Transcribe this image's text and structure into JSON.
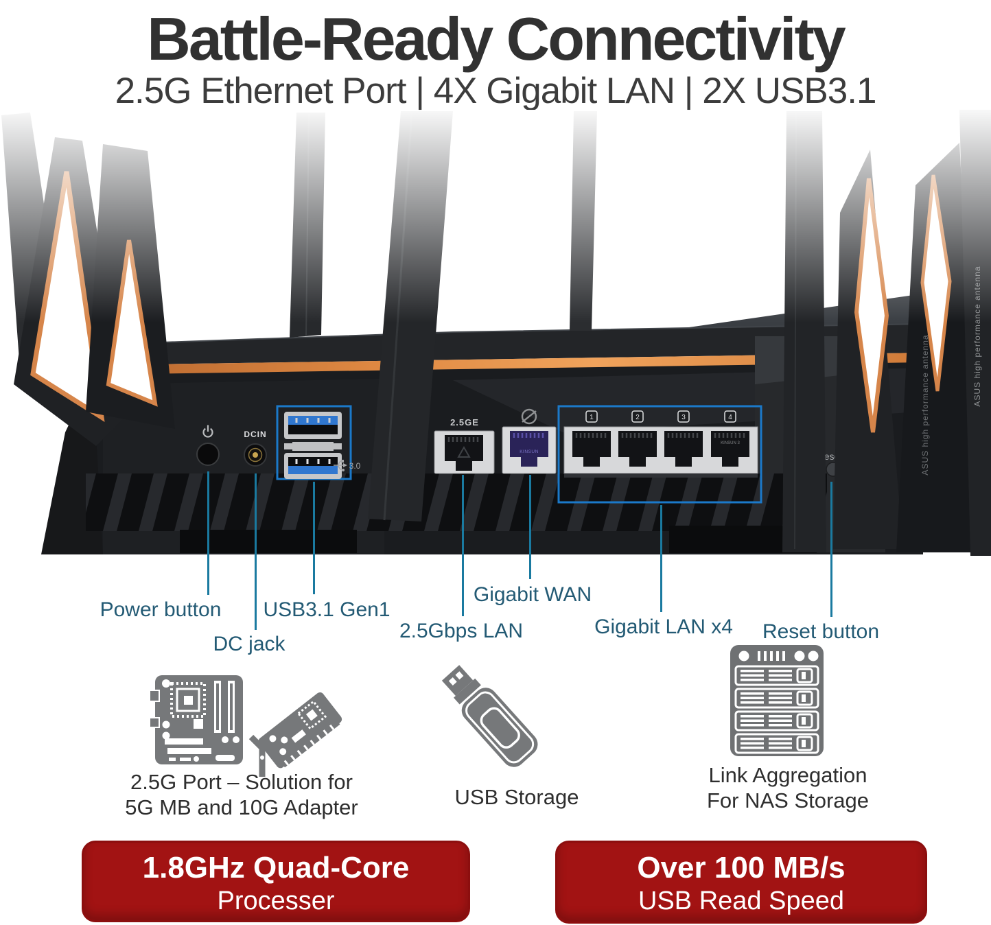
{
  "header": {
    "title": "Battle-Ready Connectivity",
    "subtitle": "2.5G Ethernet Port  |  4X Gigabit LAN  |  2X USB3.1"
  },
  "router": {
    "dcin_label": "DCIN",
    "usb_logo_label": "3.0",
    "port_25ge_label": "2.5GE",
    "lan_port_numbers": [
      "1",
      "2",
      "3",
      "4"
    ],
    "reset_label": "eset",
    "wan_jack_text": "KINSUN",
    "lan4_jack_text": "KINSUN  3",
    "antenna_side_text": "ASUS high performance antenna"
  },
  "callouts": [
    {
      "id": "power",
      "label": "Power button"
    },
    {
      "id": "dc",
      "label": "DC jack"
    },
    {
      "id": "usb",
      "label": "USB3.1 Gen1"
    },
    {
      "id": "lan25",
      "label": "2.5Gbps LAN"
    },
    {
      "id": "wan",
      "label": "Gigabit WAN"
    },
    {
      "id": "lan4",
      "label": "Gigabit LAN x4"
    },
    {
      "id": "reset",
      "label": "Reset button"
    }
  ],
  "features": [
    {
      "icon": "motherboard-and-adapter",
      "caption_line1": "2.5G Port – Solution for",
      "caption_line2": "5G MB and 10G Adapter"
    },
    {
      "icon": "usb-drive",
      "caption_line1": "USB Storage",
      "caption_line2": ""
    },
    {
      "icon": "nas-server",
      "caption_line1": "Link Aggregation",
      "caption_line2": "For NAS Storage"
    }
  ],
  "banners": [
    {
      "line1": "1.8GHz Quad-Core",
      "line2": "Processer"
    },
    {
      "line1": "Over 100 MB/s",
      "line2": "USB Read Speed"
    }
  ],
  "colors": {
    "accent_orange": "#d6854a",
    "callout_line": "#1a7aa0",
    "callout_text": "#235a74",
    "highlight_box": "#1b79c9",
    "banner_red": "#a21313",
    "icon_gray": "#76787a",
    "title_color": "#313131"
  }
}
